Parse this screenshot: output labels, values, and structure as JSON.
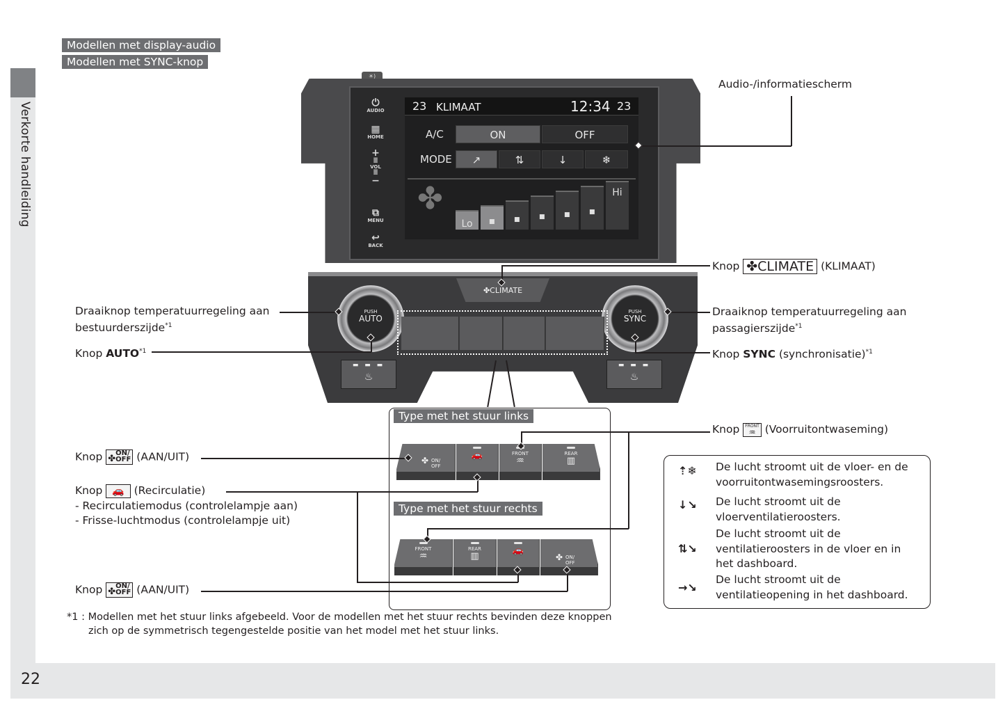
{
  "section_tab": "Verkorte handleiding",
  "page_number": "22",
  "tags": [
    "Modellen met display-audio",
    "Modellen met SYNC-knop"
  ],
  "head_unit": {
    "label": "Audio-/informatiescherm",
    "hard_keys": [
      {
        "icon": "power-icon",
        "glyph": "⏻",
        "label": "AUDIO"
      },
      {
        "icon": "grid-icon",
        "glyph": "▦",
        "label": "HOME"
      },
      {
        "icon": "volume-icon",
        "glyph": "+",
        "label": "VOL"
      },
      {
        "icon": "menu-icon",
        "glyph": "⧉",
        "label": "MENU"
      },
      {
        "icon": "back-icon",
        "glyph": "↩",
        "label": "BACK"
      }
    ],
    "vol_minus": "−",
    "stub_glyph": "☀)",
    "screen": {
      "temp_left": "23",
      "title": "KLIMAAT",
      "clock": "12:34",
      "temp_right": "23",
      "ac_label": "A/C",
      "ac_on": "ON",
      "ac_off": "OFF",
      "mode_label": "MODE",
      "mode_icons": [
        "↗",
        "⇅",
        "↓",
        "❄"
      ],
      "fan_glyph": "✤",
      "fan_levels": [
        "Lo",
        "▪",
        "▪",
        "▪",
        "▪",
        "▪",
        "Hi"
      ],
      "fan_level_active": 2
    }
  },
  "panel": {
    "climate_button": "✤CLIMATE",
    "left_dial": {
      "push": "PUSH",
      "label": "AUTO"
    },
    "right_dial": {
      "push": "PUSH",
      "label": "SYNC"
    },
    "seat_leds": "▬ ▬ ▬",
    "seat_glyph": "♨"
  },
  "callouts": {
    "climate": {
      "prefix": "Knop",
      "button": "✤CLIMATE",
      "suffix": "(KLIMAAT)"
    },
    "driver_dial": {
      "line1": "Draaiknop temperatuurregeling aan",
      "line2": "bestuurderszijde",
      "sup": "*1"
    },
    "passenger_dial": {
      "line1": "Draaiknop temperatuurregeling aan",
      "line2": "passagierszijde",
      "sup": "*1"
    },
    "auto": {
      "prefix": "Knop",
      "bold": "AUTO",
      "sup": "*1"
    },
    "sync": {
      "prefix": "Knop",
      "bold": "SYNC",
      "suffix": "(synchronisatie)",
      "sup": "*1"
    },
    "front_defrost": {
      "prefix": "Knop",
      "icon_top": "FRONT",
      "icon_glyph": "♒",
      "suffix": "(Voorruitontwaseming)"
    },
    "onoff_top": {
      "prefix": "Knop",
      "fan": "✤",
      "on": "ON/",
      "off": "OFF",
      "suffix": "(AAN/UIT)"
    },
    "recirc": {
      "prefix": "Knop",
      "icon_glyph": "🚗",
      "suffix": "(Recirculatie)",
      "bullets": [
        "- Recirculatiemodus (controlelampje aan)",
        "- Frisse-luchtmodus (controlelampje uit)"
      ]
    },
    "onoff_bottom": {
      "prefix": "Knop",
      "fan": "✤",
      "on": "ON/",
      "off": "OFF",
      "suffix": "(AAN/UIT)"
    }
  },
  "inset": {
    "lhd_title": "Type met het stuur links",
    "rhd_title": "Type met het stuur rechts",
    "lhd_buttons": [
      {
        "name": "onoff",
        "top": "ON/",
        "bottom": "OFF",
        "glyph": "✤"
      },
      {
        "name": "recirc",
        "glyph": "🚗"
      },
      {
        "name": "front",
        "top": "FRONT",
        "glyph": "♒"
      },
      {
        "name": "rear",
        "top": "REAR",
        "glyph": "▥"
      }
    ],
    "rhd_buttons": [
      {
        "name": "front",
        "top": "FRONT",
        "glyph": "♒"
      },
      {
        "name": "rear",
        "top": "REAR",
        "glyph": "▥"
      },
      {
        "name": "recirc",
        "glyph": "🚗"
      },
      {
        "name": "onoff",
        "top": "ON/",
        "bottom": "OFF",
        "glyph": "✤"
      }
    ]
  },
  "legend": [
    {
      "icon": "floor-defrost-mode-icon",
      "glyph": "⇡❄",
      "lines": [
        "De lucht stroomt uit de vloer- en de",
        "voorruitontwasemingsroosters."
      ]
    },
    {
      "icon": "floor-mode-icon",
      "glyph": "↓↘",
      "lines": [
        "De lucht stroomt uit de",
        "vloerventilatieroosters."
      ]
    },
    {
      "icon": "bi-level-mode-icon",
      "glyph": "⇅↘",
      "lines": [
        "De lucht stroomt uit de",
        "ventilatieroosters in de vloer en in",
        "het dashboard."
      ]
    },
    {
      "icon": "panel-mode-icon",
      "glyph": "→↘",
      "lines": [
        "De lucht stroomt uit de",
        "ventilatieopening in het dashboard."
      ]
    }
  ],
  "footnote": {
    "marker": "*1 :",
    "line1": "Modellen met het stuur links afgebeeld. Voor de modellen met het stuur rechts bevinden deze knoppen",
    "line2": "zich op de symmetrisch tegengestelde positie van het model met het stuur links."
  }
}
